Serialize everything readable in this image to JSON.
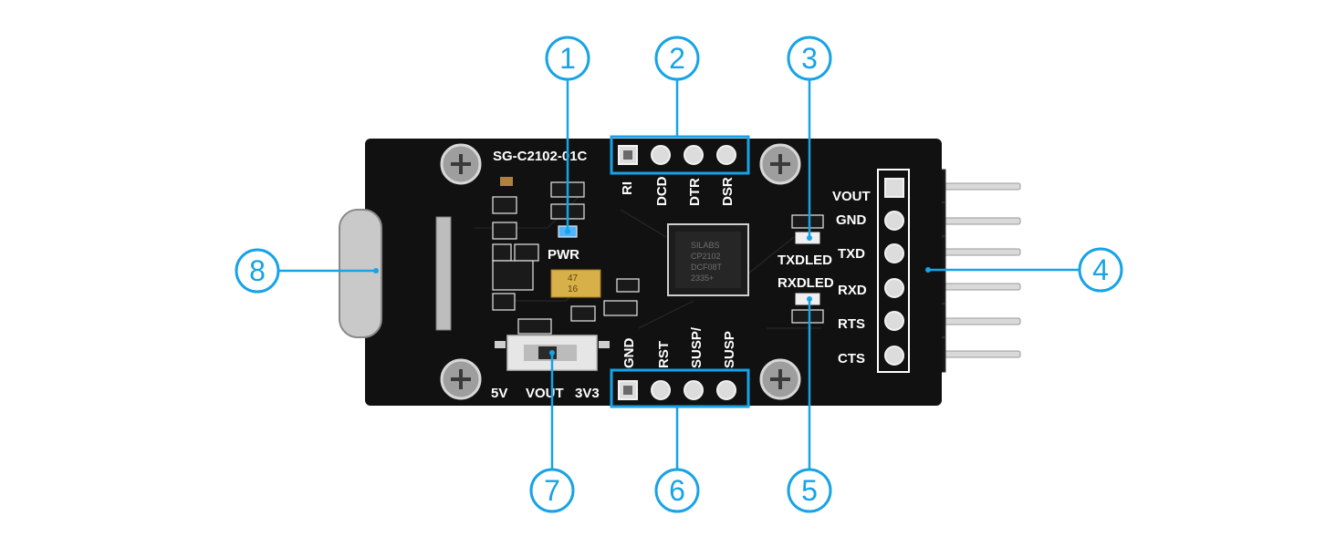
{
  "board": {
    "model": "SG-C2102-01C",
    "pwr_label": "PWR",
    "chip_text": [
      "SILABS",
      "CP2102",
      "DCF08T",
      "2335+"
    ],
    "cap_text": [
      "47",
      "16"
    ],
    "switch_labels": {
      "left": "5V",
      "center": "VOUT",
      "right": "3V3"
    },
    "top_header_labels": [
      "RI",
      "DCD",
      "DTR",
      "DSR"
    ],
    "bottom_header_labels": [
      "GND",
      "RST",
      "SUSP/",
      "SUSP"
    ],
    "right_header_labels": [
      "VOUT",
      "GND",
      "TXD",
      "RXD",
      "RTS",
      "CTS"
    ],
    "txled_label": "TXDLED",
    "rxled_label": "RXDLED"
  },
  "callouts": [
    "1",
    "2",
    "3",
    "4",
    "5",
    "6",
    "7",
    "8"
  ],
  "colors": {
    "accent": "#17a3e6",
    "pcb": "#111111",
    "silkscreen": "#ffffff",
    "pad": "#dcdcdc",
    "pin": "#d9d9d9"
  }
}
